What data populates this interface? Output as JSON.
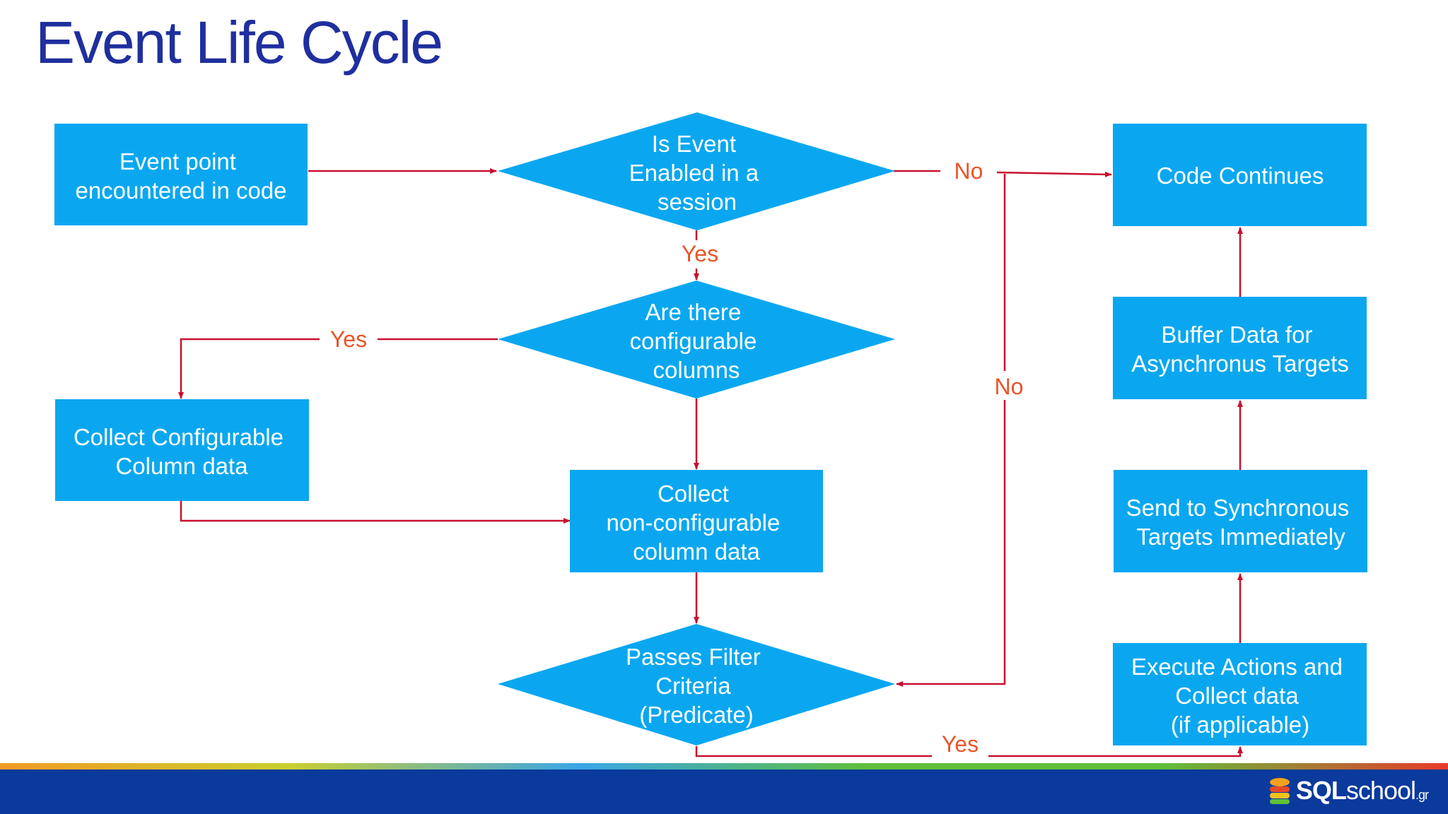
{
  "title": "Event Life Cycle",
  "colors": {
    "node_fill": "#0aa7f0",
    "edge": "#c8102e",
    "edge_label": "#e8552a",
    "title": "#1f2f9e",
    "footer": "#0a3a9c"
  },
  "nodes": {
    "event_point": [
      "Event point",
      "encountered in code"
    ],
    "is_enabled": [
      "Is Event",
      "Enabled in a",
      "session"
    ],
    "code_continues": [
      "Code Continues"
    ],
    "configurable_columns": [
      "Are there",
      "configurable",
      "columns"
    ],
    "collect_configurable": [
      "Collect Configurable",
      "Column data"
    ],
    "collect_nonconfigurable": [
      "Collect",
      "non-configurable",
      "column data"
    ],
    "passes_filter": [
      "Passes Filter",
      "Criteria",
      "(Predicate)"
    ],
    "buffer_data": [
      "Buffer Data for",
      "Asynchronus Targets"
    ],
    "send_sync": [
      "Send to Synchronous",
      "Targets Immediately"
    ],
    "execute_actions": [
      "Execute Actions and",
      "Collect data",
      "(if applicable)"
    ]
  },
  "edge_labels": {
    "enabled_no": "No",
    "enabled_yes": "Yes",
    "configurable_yes": "Yes",
    "filter_no": "No",
    "filter_yes": "Yes"
  },
  "logo": {
    "bold": "SQL",
    "light": "school",
    "suffix": ".gr"
  }
}
